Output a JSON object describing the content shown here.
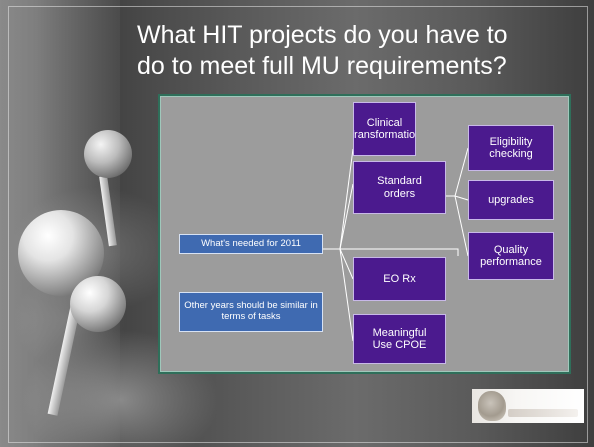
{
  "slide": {
    "title_lines": [
      "What HIT projects do you have to",
      "do to meet full MU requirements?"
    ]
  },
  "diagram": {
    "root": "What's needed for 2011",
    "note": "Other years should be similar in terms of tasks",
    "level1": [
      "Clinical Transformation",
      "Standard orders",
      "EO Rx",
      "Meaningful Use CPOE"
    ],
    "level2": [
      "Eligibility checking",
      "upgrades",
      "Quality performance"
    ],
    "colors": {
      "panel_bg": "#9c9c9c",
      "panel_border": "#2f6f5a",
      "purple_box": "#4b1a8e",
      "blue_box": "#3f6ab1",
      "connector": "#ffffff"
    }
  },
  "logo": {
    "icon": "bust-portrait-logo"
  }
}
